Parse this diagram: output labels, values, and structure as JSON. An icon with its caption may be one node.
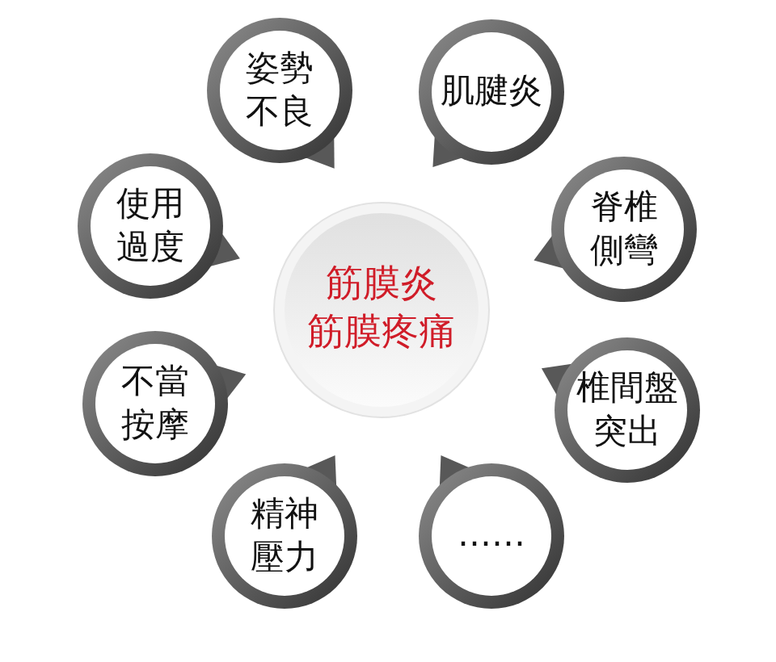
{
  "diagram": {
    "nodes": [
      {
        "text": [
          "筋膜炎",
          "筋膜疼痛"
        ]
      },
      {
        "text": [
          "姿勢不良"
        ]
      },
      {
        "text": [
          "肌腱炎"
        ]
      },
      {
        "text": [
          "脊椎側彎"
        ]
      },
      {
        "text": [
          "椎間盤突出"
        ]
      },
      {
        "text": [
          "……"
        ]
      },
      {
        "text": [
          "精神壓力"
        ]
      },
      {
        "text": [
          "不當按摩"
        ]
      },
      {
        "text": [
          "使用過度"
        ]
      }
    ]
  }
}
